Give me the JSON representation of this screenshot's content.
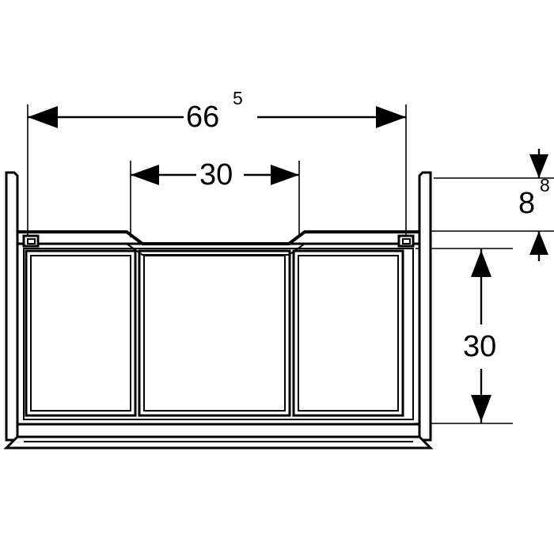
{
  "drawing": {
    "title": "Bathroom vanity cabinet front elevation technical drawing",
    "units_note": "",
    "background_color": "#ffffff",
    "line_color": "#000000",
    "dimension_line_color": "#000000"
  },
  "dimensions": {
    "overall_width": {
      "label": "66",
      "superscript": "5",
      "orientation": "horizontal",
      "position": "top"
    },
    "inner_width": {
      "label": "30",
      "superscript": "",
      "orientation": "horizontal",
      "position": "top-inner"
    },
    "top_height": {
      "label": "8",
      "superscript": "8",
      "orientation": "vertical",
      "position": "right-upper"
    },
    "body_height": {
      "label": "30",
      "superscript": "",
      "orientation": "vertical",
      "position": "right-lower"
    }
  },
  "cabinet": {
    "name": "vanity-cabinet",
    "panels": [
      {
        "name": "left-drawer-panel"
      },
      {
        "name": "center-drawer-panel"
      },
      {
        "name": "right-drawer-panel"
      }
    ],
    "features": [
      {
        "name": "countertop"
      },
      {
        "name": "left-side-wall"
      },
      {
        "name": "right-side-wall"
      },
      {
        "name": "base-plinth"
      },
      {
        "name": "left-hinge-detail"
      },
      {
        "name": "right-hinge-detail"
      }
    ]
  }
}
